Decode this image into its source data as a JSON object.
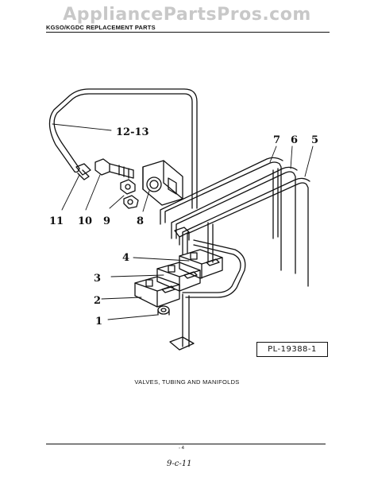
{
  "watermark": "AppliancePartsPros.com",
  "header": "KGSO/KGDC REPLACEMENT PARTS",
  "callouts": [
    "12-13",
    "7",
    "6",
    "5",
    "11",
    "10",
    "9",
    "8",
    "4",
    "3",
    "2",
    "1"
  ],
  "plate_number": "PL-19388-1",
  "caption": "VALVES, TUBING AND MANIFOLDS",
  "page_number": "- 4",
  "handwritten_note": "9-c-11"
}
